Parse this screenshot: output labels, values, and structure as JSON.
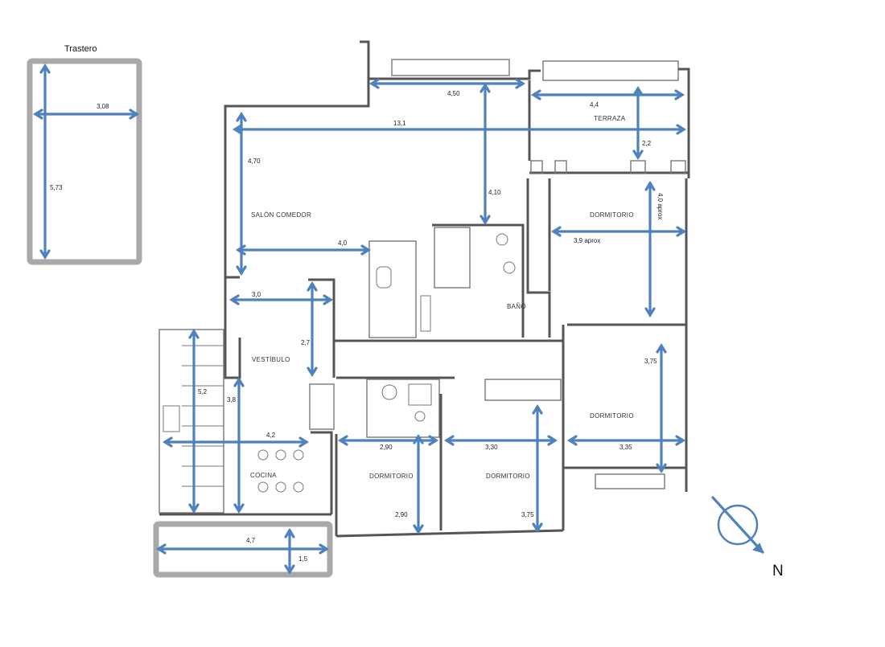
{
  "storage": {
    "title": "Trastero"
  },
  "rooms": {
    "terraza": "TERRAZA",
    "salon_comedor": "SALÓN COMEDOR",
    "dormitorio_ne": "DORMITORIO",
    "bano": "BAÑO",
    "vestibulo": "VESTÍBULO",
    "dormitorio_e": "DORMITORIO",
    "cocina": "COCINA",
    "dormitorio_s1": "DORMITORIO",
    "dormitorio_s2": "DORMITORIO"
  },
  "dimensions": {
    "trastero_width": "3,08",
    "trastero_length": "5,73",
    "salon_window": "4,50",
    "terraza_width": "4,4",
    "overall_length": "13,1",
    "terraza_depth": "2,2",
    "salon_depth_left": "4,70",
    "salon_depth_right": "4,10",
    "dormitorio_ne_depth": "4,0 aprox",
    "dormitorio_ne_width": "3,9 aprox",
    "salon_width": "4,0",
    "vestibulo_width": "3,0",
    "vestibulo_depth": "2,7",
    "dormitorio_e_depth": "3,75",
    "cocina_depth": "5,2",
    "cocina_depth_inner": "3,8",
    "cocina_width": "4,2",
    "dormitorio_s1_width": "2,90",
    "dormitorio_s2_width": "3,30",
    "dormitorio_e_width": "3,35",
    "dormitorio_s1_depth": "2,90",
    "dormitorio_s2_depth": "3,75",
    "balcony_width": "4,7",
    "balcony_depth": "1,5"
  },
  "compass": {
    "label": "N"
  }
}
